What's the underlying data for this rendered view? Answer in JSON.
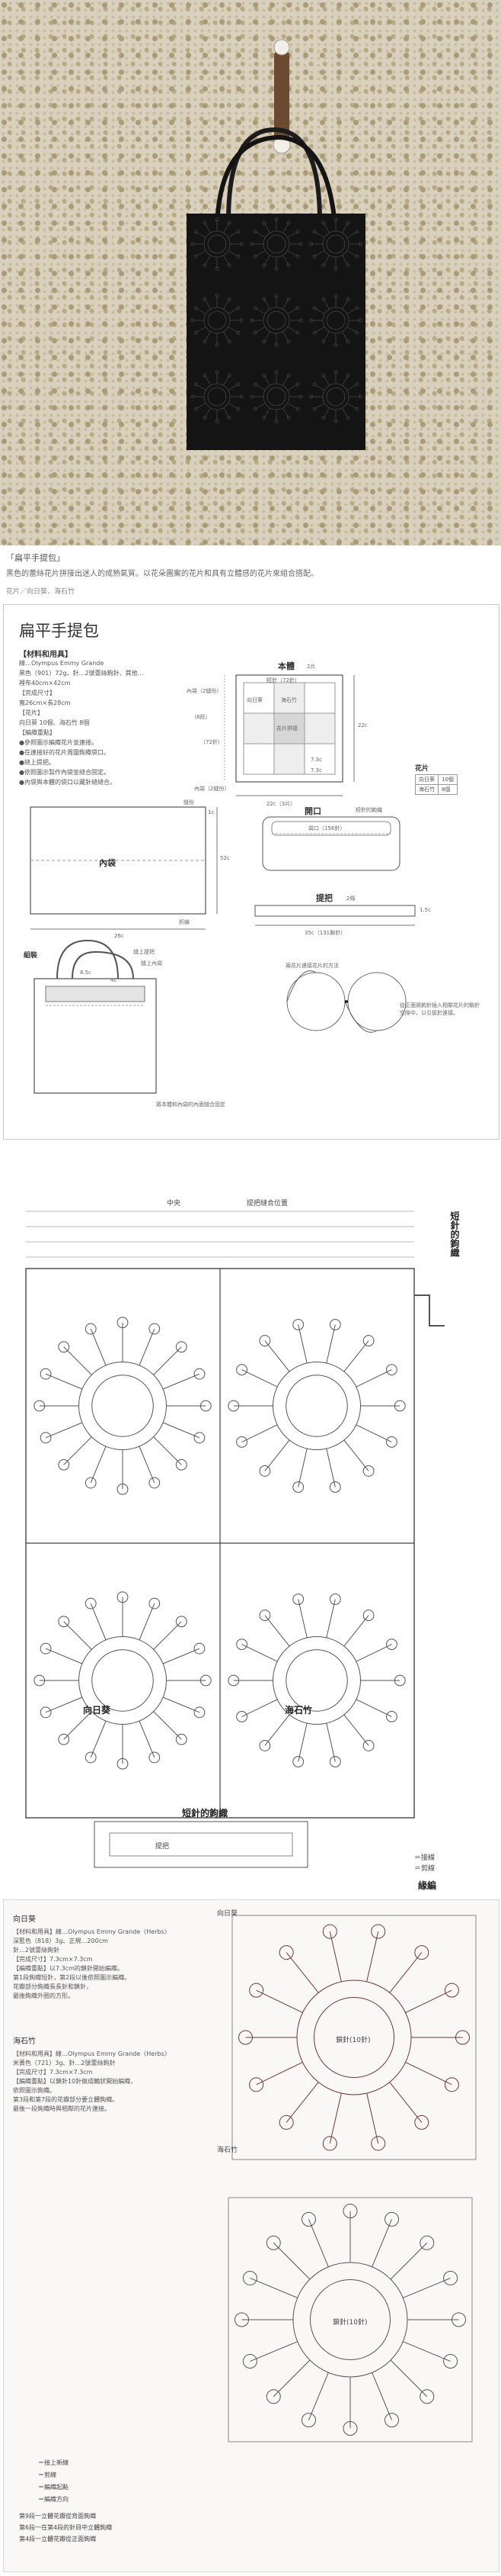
{
  "caption": {
    "title": "「扁平手提包」",
    "description": "黑色的蕾絲花片拼接出迷人的成熟氣質。以花朵圖案的花片和具有立體感的花片來組合搭配。",
    "credit": "花片／向日葵、海石竹"
  },
  "instructions": {
    "title": "扁平手提包",
    "materials_heading": "【材料和用具】",
    "materials": [
      "線…Olympus Emmy Grande",
      "黑色（901）72g、針…2號蕾絲鉤針、其他…",
      "裡布40cm×42cm",
      "【完成尺寸】",
      "寬26cm×長28cm",
      "【花片】",
      "向日葵 10個、海石竹 8個",
      "【編織重點】",
      "●參照圖示編織花片並連接。",
      "●在連接好的花片周圍鉤織袋口。",
      "●縫上提把。",
      "●依照圖示製作內袋並縫合固定。",
      "●內袋與本體的袋口以藏針縫縫合。"
    ],
    "body_label": "本體",
    "body_count": "2片",
    "edging_top": "短針（72針）",
    "edging_side": "（8段）",
    "attach_label": "內袋（2縫份）",
    "center_label": "花片拼接",
    "motif_a": "向日葵",
    "motif_b": "海石竹",
    "motifs_header": "花片",
    "motif_table": [
      [
        "向日葵",
        "10個"
      ],
      [
        "海石竹",
        "8個"
      ]
    ],
    "dim_height": "22c",
    "dim_width": "22c（3片）",
    "dim_7a": "7.3c",
    "dim_7b": "7.3c",
    "dim_72": "（72針）",
    "dim_bottom_lbl": "內袋（2縫份）",
    "pocket_label": "內袋",
    "pocket_w": "26c",
    "pocket_h": "52c",
    "pocket_top": "縫份",
    "pocket_side": "1c",
    "fold": "折線",
    "mouth_label": "開口",
    "mouth_edge": "短針的鉤織",
    "mouth_count": "袋口（156針）",
    "handle_label": "提把",
    "handle_count": "2條",
    "handle_len": "35c（131鎖針）",
    "handle_w": "1.5c",
    "assembly_label": "組裝",
    "handle_sewn": "縫上提把",
    "bag_sewn": "縫上內袋",
    "assembly_dim1": "8.5c",
    "assembly_dim2": "4c",
    "assembly_note": "將本體和內袋的內面縫合固定",
    "join_label": "兩花片連接花片的方法",
    "join_note": "從正面將鉤針插入相鄰花片的鎖針空隙中，以引拔針連接。"
  },
  "assembly": {
    "top_center": "中央",
    "top_edge": "提把縫合位置",
    "right_label": "短針的鉤織",
    "motif_a": "向日葵",
    "motif_b": "海石竹",
    "bottom_edge": "短針的鉤織",
    "handle_lbl": "提把",
    "bottom_mark": "緣編",
    "legend1": "＝接線",
    "legend2": "＝剪線"
  },
  "motifs": {
    "sunflower_title": "向日葵",
    "sunflower_lines": [
      "【材料和用具】線…Olympus Emmy Grande〈Herbs〉",
      "深藍色（818）3g、正規…200cm",
      "針…2號蕾絲鉤針",
      "【完成尺寸】7.3cm×7.3cm",
      "【編織重點】以7.3cm的鎖針開始編織。",
      "第1段鉤織短針，第2段以後依照圖示編織。",
      "花瓣部分鉤織長長針和鎖針，",
      "最後鉤織外圈的方形。"
    ],
    "sea_pink_title": "海石竹",
    "sea_pink_lines": [
      "【材料和用具】線…Olympus Emmy Grande〈Herbs〉",
      "米黃色（721）3g、針…2號蕾絲鉤針",
      "【完成尺寸】7.3cm×7.3cm",
      "【編織重點】以鎖針10針做成輪狀開始編織，",
      "依照圖示鉤織。",
      "第3段和第7段的花瓣部分要立體鉤織。",
      "最後一段鉤織時與相鄰的花片連接。"
    ],
    "chart_a_label": "向日葵",
    "chart_b_label": "海石竹",
    "center_a": "鎖針(10針)",
    "center_b": "鎖針(10針)",
    "legend": [
      "＝接上新線",
      "＝剪線",
      "＝編織起點",
      "＝編織方向"
    ],
    "notes": [
      "第9段一立體花瓣從背面鉤織",
      "第6段一在第4段的針目中立體鉤織",
      "第4段一立體花瓣從正面鉤織"
    ]
  }
}
